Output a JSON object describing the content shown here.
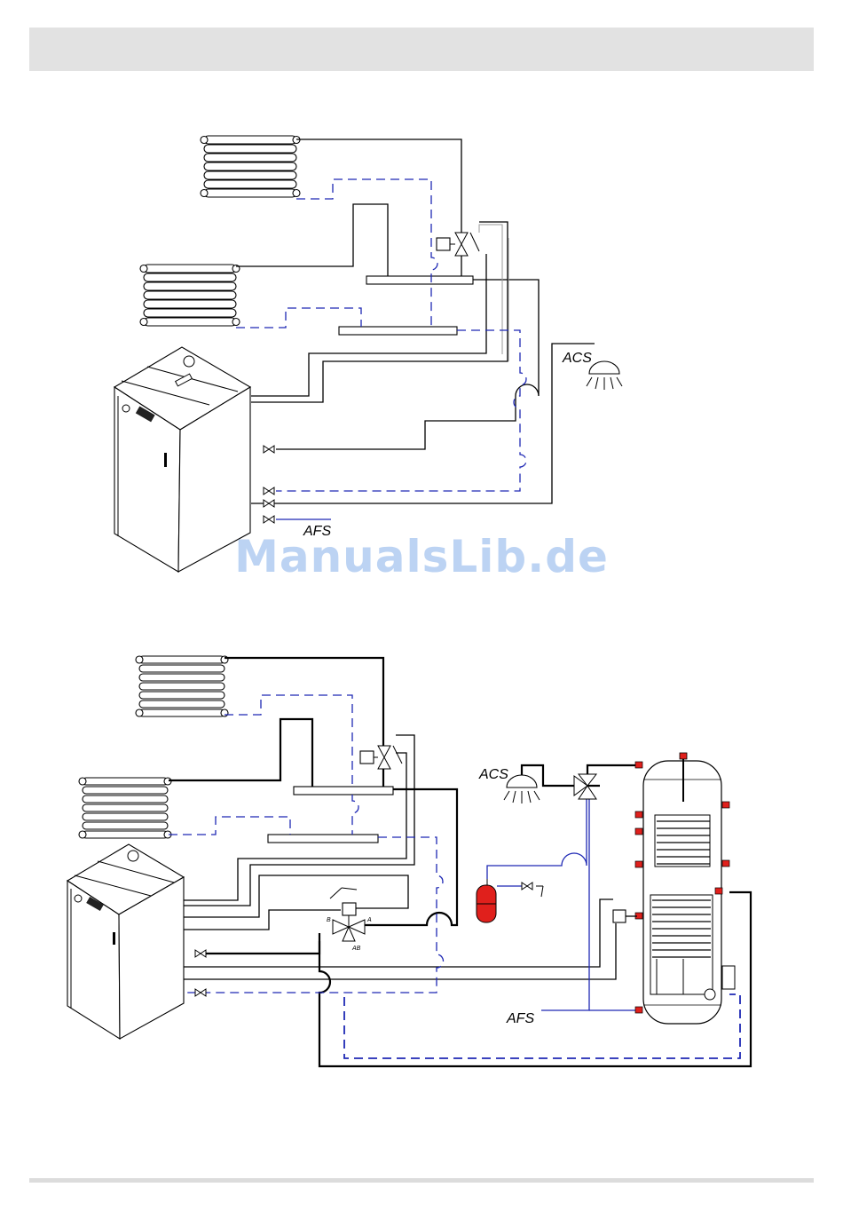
{
  "header": {
    "color": "#e2e2e2"
  },
  "watermark": {
    "text": "ManualsLib.de"
  },
  "diagram_top": {
    "labels": {
      "hot_water": "ACS",
      "cold_water": "AFS"
    }
  },
  "diagram_bottom": {
    "labels": {
      "hot_water": "ACS",
      "cold_water": "AFS",
      "port_b": "B",
      "port_a": "A",
      "port_ab": "AB"
    }
  },
  "colors": {
    "flow_pipe": "#000000",
    "return_pipe": "#1e28b4",
    "expansion_vessel": "#e0201c",
    "fittings": "#e0201c"
  },
  "icons": [
    "radiator-icon",
    "boiler-icon",
    "three-way-valve-icon",
    "shower-head-icon",
    "ball-valve-icon",
    "hydraulic-separator-icon",
    "expansion-vessel-icon",
    "hot-water-tank-icon",
    "pump-icon"
  ]
}
